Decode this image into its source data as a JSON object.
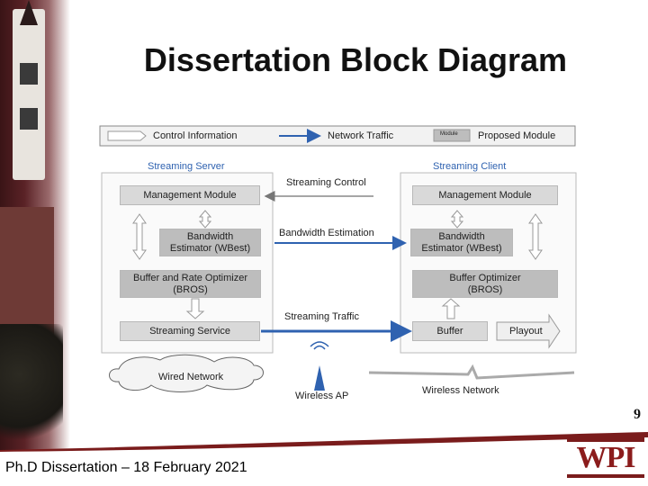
{
  "title": "Dissertation Block Diagram",
  "page_number": "9",
  "footer": "Ph.D Dissertation – 18 February 2021",
  "logo_text": "WPI",
  "legend": {
    "control": "Control Information",
    "network": "Network Traffic",
    "module_tag": "Module",
    "proposed": "Proposed Module"
  },
  "server": {
    "title": "Streaming Server",
    "management": "Management Module",
    "bw_line1": "Bandwidth",
    "bw_line2": "Estimator (WBest)",
    "buf_line1": "Buffer and Rate Optimizer",
    "buf_line2": "(BROS)",
    "service": "Streaming Service"
  },
  "client": {
    "title": "Streaming Client",
    "management": "Management Module",
    "bw_line1": "Bandwidth",
    "bw_line2": "Estimator (WBest)",
    "buf_line1": "Buffer Optimizer",
    "buf_line2": "(BROS)",
    "buffer": "Buffer",
    "playout": "Playout"
  },
  "links": {
    "control": "Streaming Control",
    "bandwidth": "Bandwidth Estimation",
    "traffic": "Streaming Traffic"
  },
  "network": {
    "wired": "Wired Network",
    "ap": "Wireless AP",
    "wireless": "Wireless Network"
  },
  "colors": {
    "accent_blue": "#2f62b0",
    "footer_maroon": "#7a1c1c",
    "box_gray": "#d9d9d9"
  }
}
